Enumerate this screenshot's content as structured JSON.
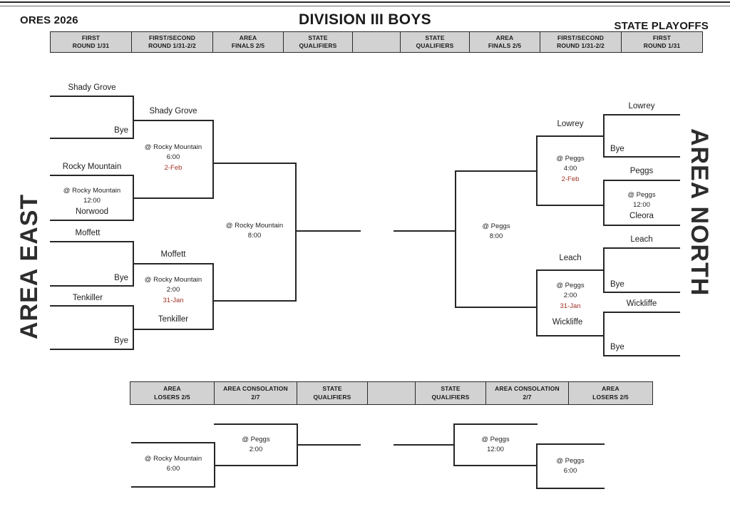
{
  "header": {
    "org": "ORES 2026",
    "title": "DIVISION III BOYS",
    "subtitle": "STATE PLAYOFFS"
  },
  "round_labels_top": [
    {
      "line1": "FIRST",
      "line2": "ROUND 1/31"
    },
    {
      "line1": "FIRST/SECOND",
      "line2": "ROUND 1/31-2/2"
    },
    {
      "line1": "AREA",
      "line2": "FINALS 2/5"
    },
    {
      "line1": "STATE",
      "line2": "QUALIFIERS"
    },
    {
      "line1": "",
      "line2": ""
    },
    {
      "line1": "STATE",
      "line2": "QUALIFIERS"
    },
    {
      "line1": "AREA",
      "line2": "FINALS 2/5"
    },
    {
      "line1": "FIRST/SECOND",
      "line2": "ROUND 1/31-2/2"
    },
    {
      "line1": "FIRST",
      "line2": "ROUND 1/31"
    }
  ],
  "round_labels_bottom": [
    {
      "line1": "AREA",
      "line2": "LOSERS 2/5"
    },
    {
      "line1": "AREA CONSOLATION",
      "line2": "2/7"
    },
    {
      "line1": "STATE",
      "line2": "QUALIFIERS"
    },
    {
      "line1": "",
      "line2": ""
    },
    {
      "line1": "STATE",
      "line2": "QUALIFIERS"
    },
    {
      "line1": "AREA CONSOLATION",
      "line2": "2/7"
    },
    {
      "line1": "AREA",
      "line2": "LOSERS 2/5"
    }
  ],
  "side_labels": {
    "left": "AREA EAST",
    "right": "AREA NORTH"
  },
  "east": {
    "r1": {
      "m1_top": "Shady Grove",
      "m1_bottom": "Bye",
      "m2_top": "Rocky Mountain",
      "m2_bottom": "Norwood",
      "m2_site": "@ Rocky Mountain",
      "m2_time": "12:00",
      "m3_top": "Moffett",
      "m3_bottom": "Bye",
      "m4_top": "Tenkiller",
      "m4_bottom": "Bye"
    },
    "r2": {
      "upper_top": "Shady Grove",
      "upper_site": "@ Rocky Mountain",
      "upper_time": "6:00",
      "upper_date": "2-Feb",
      "lower_top": "Moffett",
      "lower_bottom": "Tenkiller",
      "lower_site": "@ Rocky Mountain",
      "lower_time": "2:00",
      "lower_date": "31-Jan"
    },
    "final": {
      "site": "@ Rocky Mountain",
      "time": "8:00"
    }
  },
  "north": {
    "r1": {
      "m1_top": "Lowrey",
      "m1_bottom": "Bye",
      "m2_top": "Peggs",
      "m2_bottom": "Cleora",
      "m2_site": "@ Peggs",
      "m2_time": "12:00",
      "m3_top": "Leach",
      "m3_bottom": "Bye",
      "m4_top": "Wickliffe",
      "m4_bottom": "Bye"
    },
    "r2": {
      "upper_top": "Lowrey",
      "upper_site": "@ Peggs",
      "upper_time": "4:00",
      "upper_date": "2-Feb",
      "lower_top": "Leach",
      "lower_bottom": "Wickliffe",
      "lower_site": "@ Peggs",
      "lower_time": "2:00",
      "lower_date": "31-Jan"
    },
    "final": {
      "site": "@ Peggs",
      "time": "8:00"
    }
  },
  "consolation": {
    "east_first": {
      "site": "@ Rocky Mountain",
      "time": "6:00"
    },
    "east_second": {
      "site": "@ Peggs",
      "time": "2:00"
    },
    "north_first": {
      "site": "@ Peggs",
      "time": "12:00"
    },
    "north_second": {
      "site": "@ Peggs",
      "time": "6:00"
    }
  },
  "colors": {
    "date_red": "#a03226",
    "strip_fill": "#d2d2d2",
    "line": "#262626"
  }
}
